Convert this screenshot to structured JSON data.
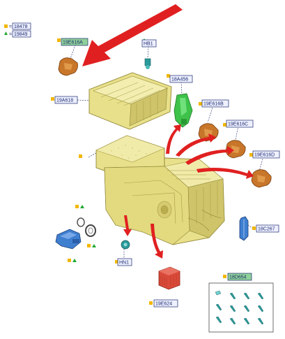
{
  "legend": [
    {
      "symbol": "square",
      "color": "#f2b705",
      "code": "18478"
    },
    {
      "symbol": "triangle",
      "color": "#22aa33",
      "code": "19849"
    }
  ],
  "callouts": {
    "c19E616A": {
      "text": "19E616A",
      "style": "green"
    },
    "cHB1": {
      "text": "HB1",
      "style": "blue"
    },
    "c19A618": {
      "text": "19A618",
      "style": "blue"
    },
    "c18A456": {
      "text": "18A456",
      "style": "blue"
    },
    "c19E616B": {
      "text": "19E616B",
      "style": "blue"
    },
    "c19E616C": {
      "text": "19E616C",
      "style": "blue"
    },
    "c19E616D": {
      "text": "19E616D",
      "style": "blue"
    },
    "c18C267": {
      "text": "18C267",
      "style": "blue"
    },
    "cHN1": {
      "text": "HN1",
      "style": "blue"
    },
    "c19E624": {
      "text": "19E624",
      "style": "blue"
    },
    "c18D654": {
      "text": "18D654",
      "style": "green"
    }
  },
  "colors": {
    "housing": "#e8e08a",
    "housing_dark": "#b9ad4e",
    "actuator": "#c8762a",
    "green_part": "#3ec24a",
    "blue_part": "#3f7fd0",
    "red_part": "#d94a3a",
    "arrow_red": "#e02020",
    "teal": "#2a9a9a"
  }
}
